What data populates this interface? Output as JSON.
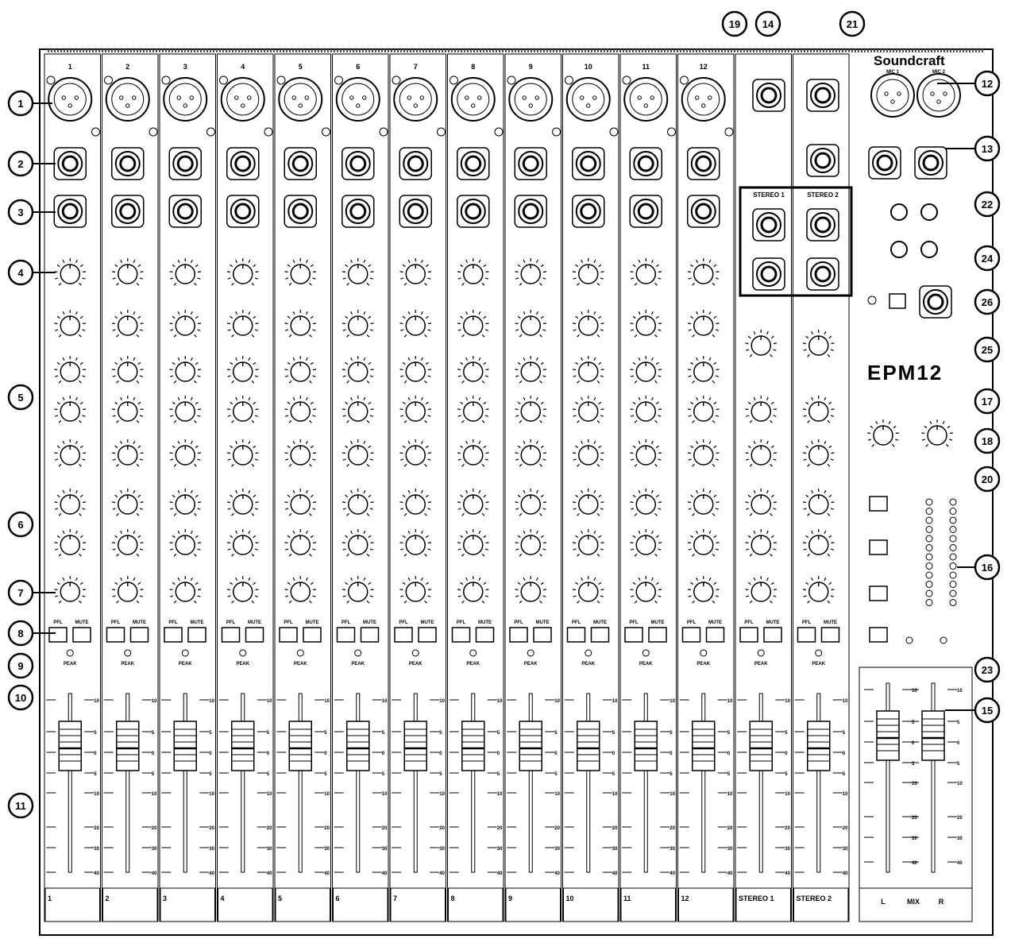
{
  "brand": "Soundcraft",
  "model": "EPM12",
  "channels": [
    "1",
    "2",
    "3",
    "4",
    "5",
    "6",
    "7",
    "8",
    "9",
    "10",
    "11",
    "12"
  ],
  "strip_labels": [
    "1",
    "2",
    "3",
    "4",
    "5",
    "6",
    "7",
    "8",
    "9",
    "10",
    "11",
    "12",
    "STEREO 1",
    "STEREO 2"
  ],
  "stereo_returns": [
    "STEREO 1",
    "STEREO 2"
  ],
  "master_label": {
    "left": "L",
    "mix": "MIX",
    "right": "R"
  },
  "callouts": [
    "1",
    "2",
    "3",
    "4",
    "5",
    "6",
    "7",
    "8",
    "9",
    "10",
    "11",
    "12",
    "13",
    "14",
    "15",
    "16",
    "17",
    "18",
    "19",
    "20",
    "21",
    "22",
    "23",
    "24",
    "25",
    "26"
  ],
  "mic_in_labels": [
    "MIC 1",
    "MIC 2"
  ],
  "button_labels": {
    "pfl": "PFL",
    "mute": "MUTE"
  },
  "peak_label": "PEAK",
  "fader_scale": [
    "10",
    "5",
    "0",
    "5",
    "10",
    "20",
    "30",
    "40",
    "∞"
  ],
  "colors": {
    "ink": "#000000",
    "paper": "#ffffff",
    "strip_bg": "#ffffff",
    "hatch": "#555555"
  }
}
